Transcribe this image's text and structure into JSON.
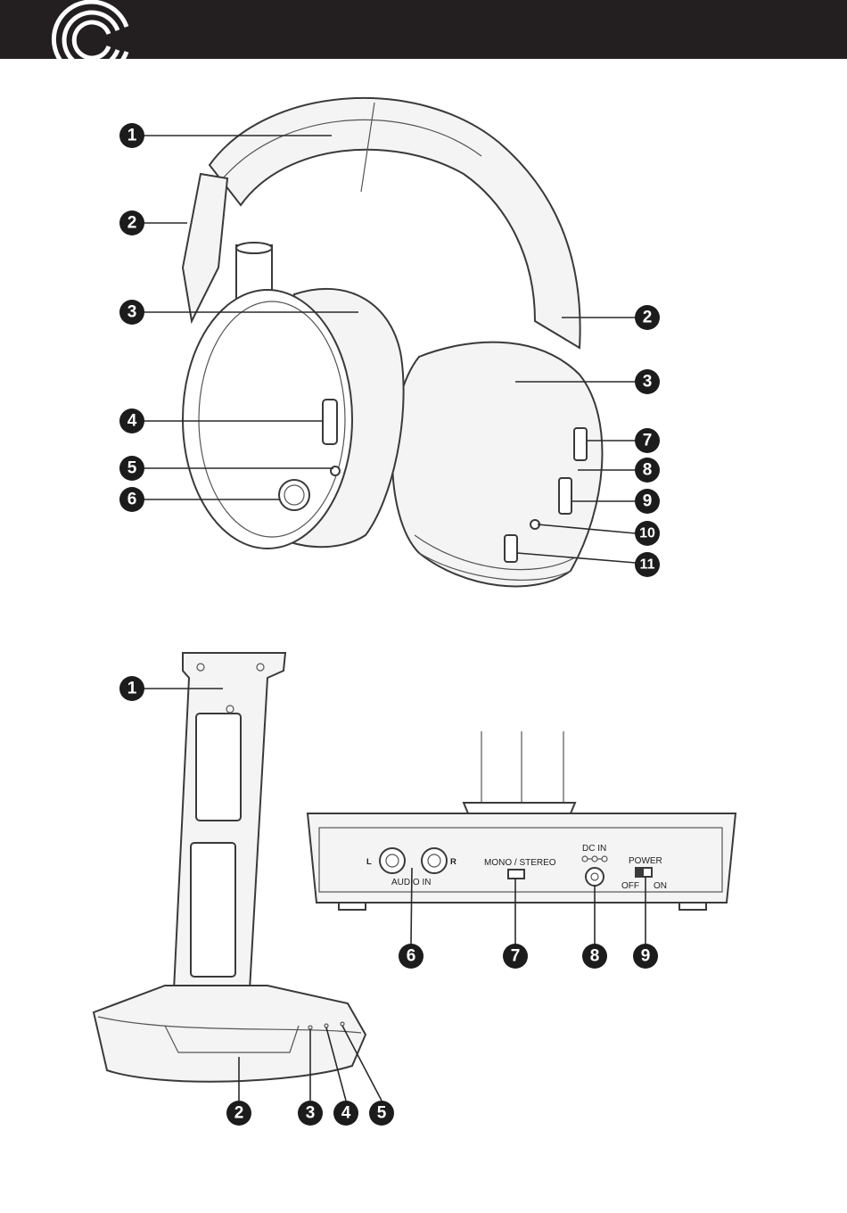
{
  "header": {
    "logo_icon": "brand-c-logo-icon",
    "background": "#231f20"
  },
  "headset_callouts": [
    {
      "id": "hs-1",
      "label": "1"
    },
    {
      "id": "hs-2a",
      "label": "2"
    },
    {
      "id": "hs-3a",
      "label": "3"
    },
    {
      "id": "hs-4",
      "label": "4"
    },
    {
      "id": "hs-5",
      "label": "5"
    },
    {
      "id": "hs-6",
      "label": "6"
    },
    {
      "id": "hs-2b",
      "label": "2"
    },
    {
      "id": "hs-3b",
      "label": "3"
    },
    {
      "id": "hs-7",
      "label": "7"
    },
    {
      "id": "hs-8",
      "label": "8"
    },
    {
      "id": "hs-9",
      "label": "9"
    },
    {
      "id": "hs-10",
      "label": "10"
    },
    {
      "id": "hs-11",
      "label": "11"
    }
  ],
  "stand_callouts": [
    {
      "id": "st-1",
      "label": "1"
    },
    {
      "id": "st-2",
      "label": "2"
    },
    {
      "id": "st-3",
      "label": "3"
    },
    {
      "id": "st-4",
      "label": "4"
    },
    {
      "id": "st-5",
      "label": "5"
    }
  ],
  "base_rear_callouts": [
    {
      "id": "br-6",
      "label": "6"
    },
    {
      "id": "br-7",
      "label": "7"
    },
    {
      "id": "br-8",
      "label": "8"
    },
    {
      "id": "br-9",
      "label": "9"
    }
  ],
  "base_rear_labels": {
    "left": "L",
    "right": "R",
    "audio_in": "AUDIO IN",
    "mono_stereo": "MONO / STEREO",
    "dc_in": "DC IN",
    "power": "POWER",
    "off": "OFF",
    "on": "ON"
  }
}
